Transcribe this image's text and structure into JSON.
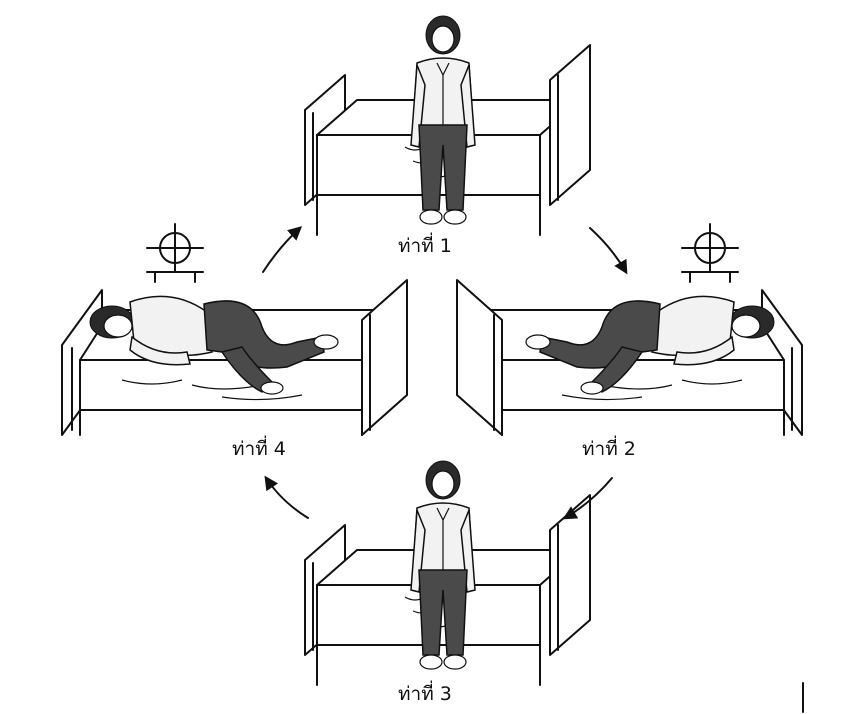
{
  "labels": {
    "pos1": "ท่าที่ 1",
    "pos2": "ท่าที่ 2",
    "pos3": "ท่าที่ 3",
    "pos4": "ท่าที่ 4"
  },
  "icons": [
    "bed-icon",
    "standing-person-icon",
    "lying-person-icon",
    "arrow-icon",
    "head-position-symbol-icon"
  ]
}
